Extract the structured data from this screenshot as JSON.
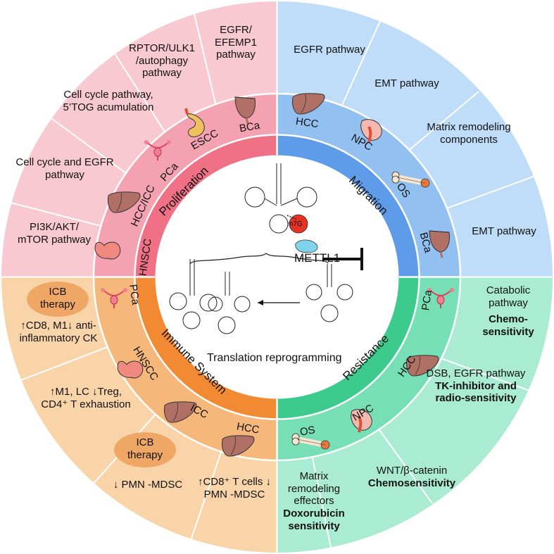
{
  "center": {
    "enzyme": "METTL1",
    "modification": "m7G",
    "caption": "Translation reprogramming"
  },
  "sections": {
    "proliferation": {
      "label": "Proliferation",
      "color": "#f07085",
      "cancers": [
        "HNSCC",
        "HCC/ICC",
        "PCa",
        "ESCC",
        "BCa"
      ],
      "mechanisms": [
        "PI3K/AKT/ mTOR pathway",
        "Cell cycle and EGFR pathway",
        "Cell cycle pathway, 5’TOG acumulation",
        "RPTOR/ULK1 /autophagy pathway",
        "EGFR/ EFEMP1 pathway"
      ]
    },
    "migration": {
      "label": "Migration",
      "color": "#5e9be8",
      "cancers": [
        "HCC",
        "NPC",
        "OS",
        "BCa"
      ],
      "mechanisms": [
        "EGFR pathway",
        "EMT pathway",
        "Matrix remodeling components",
        "EMT pathway"
      ]
    },
    "resistance": {
      "label": "Resistance",
      "color": "#3ccb8c",
      "cancers": [
        "PCa",
        "HCC",
        "NPC",
        "OS"
      ],
      "mechanisms": [
        {
          "text": "Catabolic pathway",
          "bold": "Chemo-sensitivity"
        },
        {
          "text": "DSB, EGFR pathway",
          "bold": "TK-inhibitor and radio-sensitivity"
        },
        {
          "text": "WNT/β-catenin",
          "bold": "Chemosensitivity"
        },
        {
          "text": "Matrix remodeling effectors",
          "bold": "Doxorubicin sensitivity"
        }
      ]
    },
    "immune": {
      "label": "Immune System",
      "color": "#f28a33",
      "cancers": [
        "PCa",
        "HNSCC",
        "ICC",
        "HCC"
      ],
      "badges": [
        "ICB therapy",
        "ICB therapy"
      ],
      "mechanisms": [
        "↑CD8, M1↓ anti-inflammatory CK",
        "↑M1, LC ↓Treg, CD4⁺ T exhaustion",
        "↓ PMN -MDSC",
        "↑CD8⁺ T cells ↓ PMN -MDSC"
      ]
    }
  },
  "colors": {
    "outer_pink": "#f9c9d1",
    "outer_blue": "#bfdcf8",
    "outer_green": "#a9ecd2",
    "outer_orange": "#fad4a9",
    "mid_pink": "#f4a2b2",
    "mid_blue": "#92c1f1",
    "mid_green": "#76dfb5",
    "mid_orange": "#f6b87a",
    "organ_liver": "#b07066",
    "organ_orange": "#e8783a"
  },
  "icons": [
    "trna-cloverleaf-icon",
    "liver-icon",
    "bladder-icon",
    "stomach-icon",
    "prostate-icon",
    "thyroid-icon",
    "bone-icon",
    "nasopharynx-icon",
    "inhibition-bar-icon"
  ]
}
